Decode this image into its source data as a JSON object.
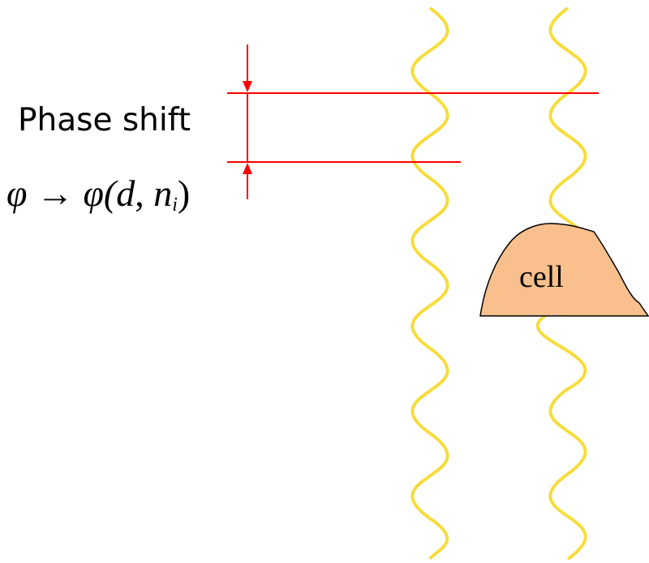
{
  "labels": {
    "phase_shift": "Phase shift",
    "formula_phi": "φ",
    "formula_arrow": "→",
    "formula_phi2": "φ(",
    "formula_d": "d",
    "formula_comma": ", ",
    "formula_n": "n",
    "formula_sub": "i",
    "formula_close": ")",
    "cell": "cell"
  },
  "colors": {
    "wave": "#f7dc3a",
    "marker": "#ff0000",
    "cell_fill": "#f9c08d",
    "cell_stroke": "#000000"
  }
}
